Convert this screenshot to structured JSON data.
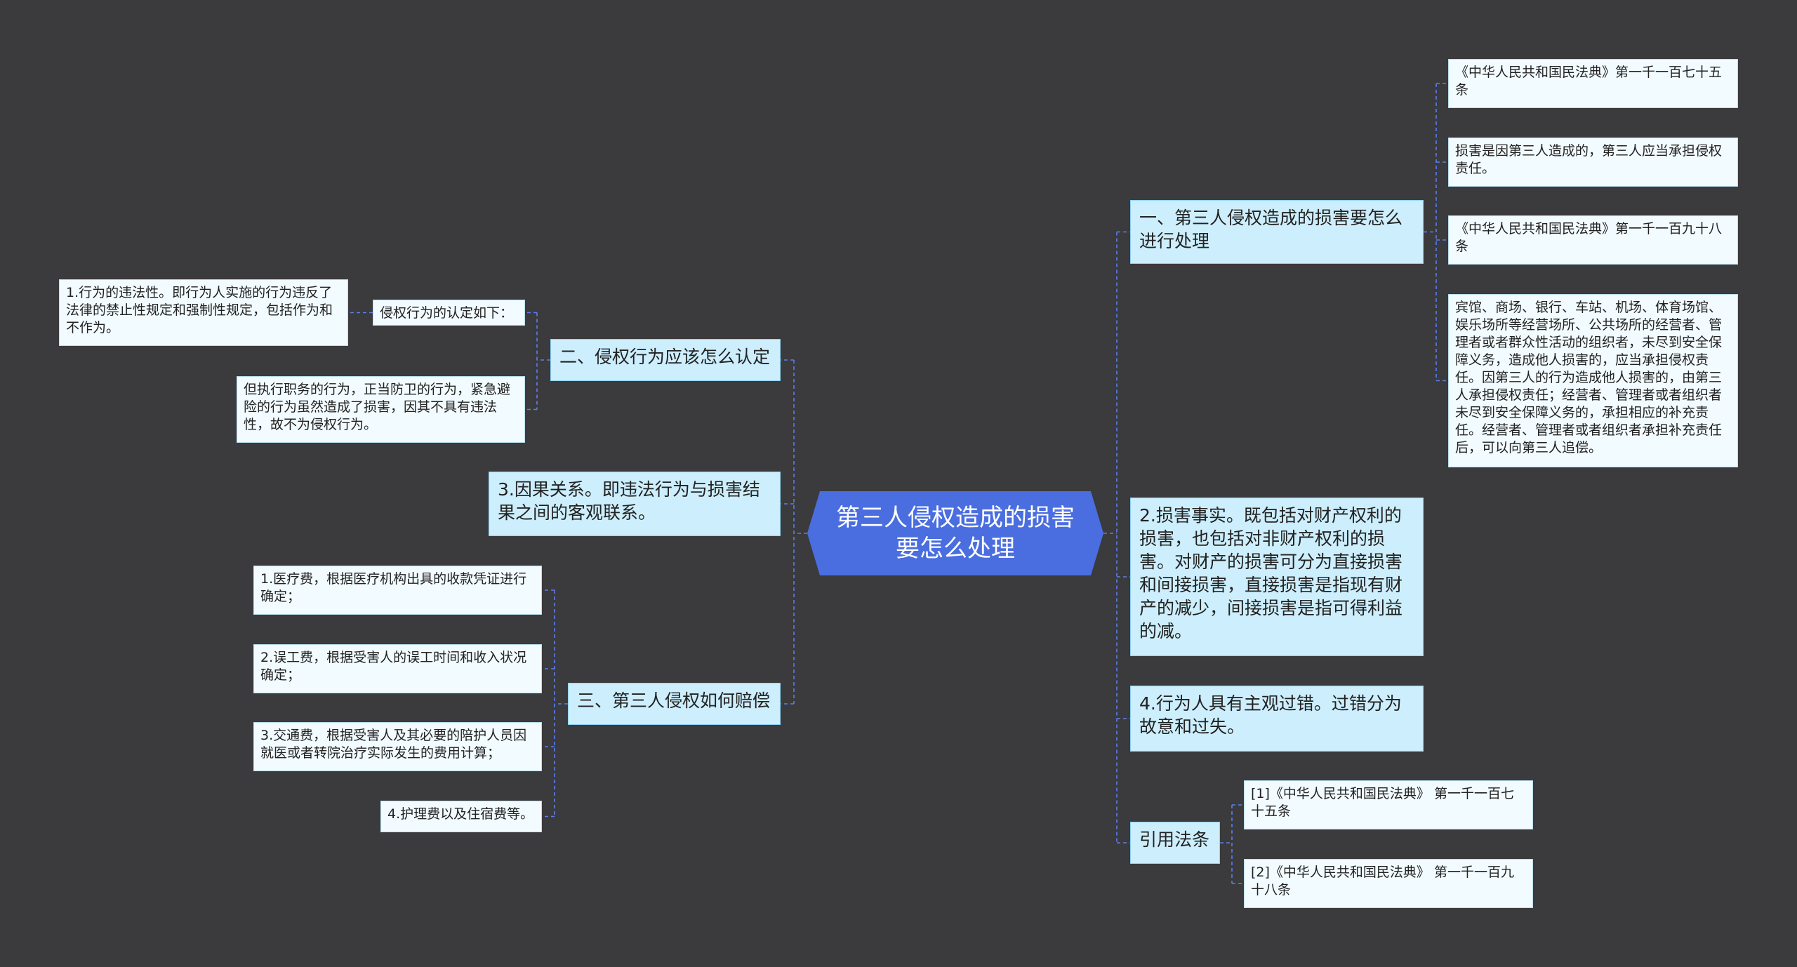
{
  "colors": {
    "background": "#3b3a3c",
    "center_fill": "#4a6ee0",
    "branch_fill": "#cdeefc",
    "leaf_fill": "#f2fbff",
    "connector": "#5b7ef0"
  },
  "center": {
    "title": "第三人侵权造成的损害要怎么处理"
  },
  "right": {
    "branch1": {
      "label": "一、第三人侵权造成的损害要怎么进行处理",
      "leaves": [
        "《中华人民共和国民法典》第一千一百七十五条",
        "损害是因第三人造成的，第三人应当承担侵权责任。",
        "《中华人民共和国民法典》第一千一百九十八条",
        "宾馆、商场、银行、车站、机场、体育场馆、娱乐场所等经营场所、公共场所的经营者、管理者或者群众性活动的组织者，未尽到安全保障义务，造成他人损害的，应当承担侵权责任。因第三人的行为造成他人损害的，由第三人承担侵权责任；经营者、管理者或者组织者未尽到安全保障义务的，承担相应的补充责任。经营者、管理者或者组织者承担补充责任后，可以向第三人追偿。"
      ]
    },
    "branch2": {
      "label": "2.损害事实。既包括对财产权利的损害，也包括对非财产权利的损害。对财产的损害可分为直接损害和间接损害，直接损害是指现有财产的减少，间接损害是指可得利益的减。"
    },
    "branch3": {
      "label": "4.行为人具有主观过错。过错分为故意和过失。"
    },
    "branch4": {
      "label": "引用法条",
      "leaves": [
        "[1]《中华人民共和国民法典》 第一千一百七十五条",
        "[2]《中华人民共和国民法典》 第一千一百九十八条"
      ]
    }
  },
  "left": {
    "branch1": {
      "label": "二、侵权行为应该怎么认定",
      "sub": "侵权行为的认定如下：",
      "sub_leaf": "1.行为的违法性。即行为人实施的行为违反了法律的禁止性规定和强制性规定，包括作为和不作为。",
      "leaf2": "但执行职务的行为，正当防卫的行为，紧急避险的行为虽然造成了损害，因其不具有违法性，故不为侵权行为。"
    },
    "branch2": {
      "label": "3.因果关系。即违法行为与损害结果之间的客观联系。"
    },
    "branch3": {
      "label": "三、第三人侵权如何赔偿",
      "leaves": [
        "1.医疗费，根据医疗机构出具的收款凭证进行确定；",
        "2.误工费，根据受害人的误工时间和收入状况确定；",
        "3.交通费，根据受害人及其必要的陪护人员因就医或者转院治疗实际发生的费用计算；",
        "4.护理费以及住宿费等。"
      ]
    }
  }
}
